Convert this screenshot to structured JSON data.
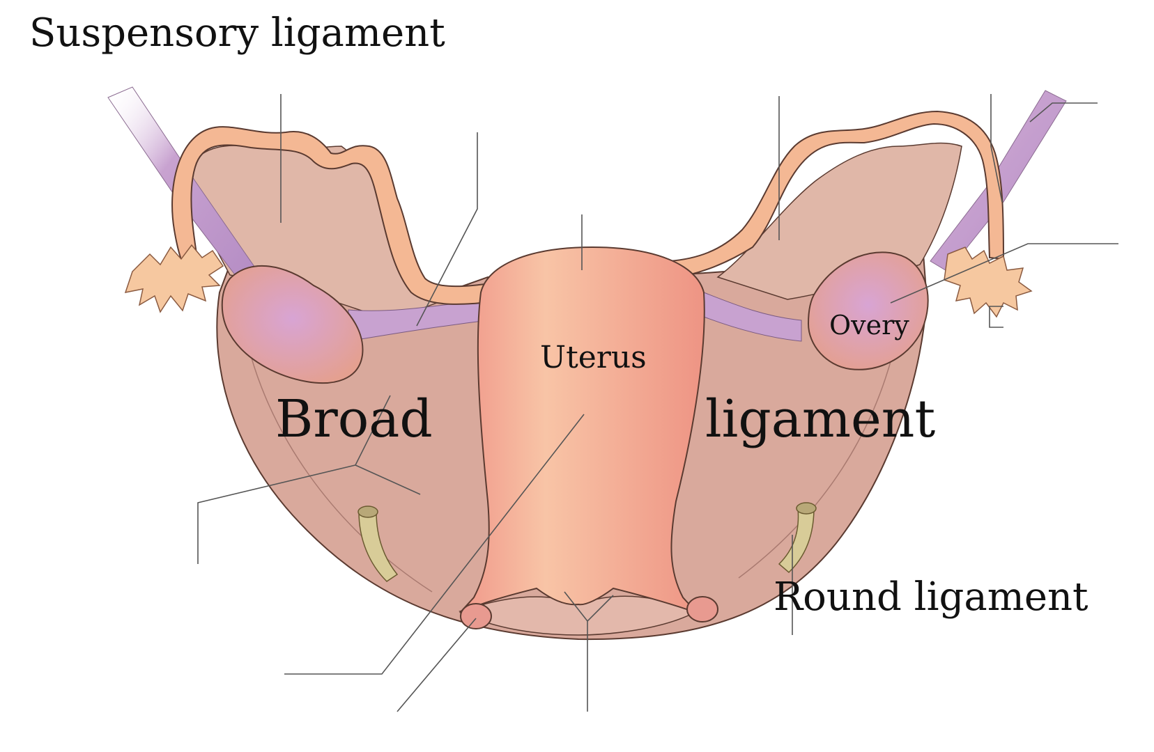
{
  "diagram": {
    "labels": {
      "suspensory_ligament": "Suspensory ligament",
      "uterus": "Uterus",
      "ovary": "Overy",
      "broad": "Broad",
      "ligament": "ligament",
      "round_ligament": "Round ligament"
    },
    "colors": {
      "broad_ligament_fill": "#d9a99c",
      "broad_ligament_inner": "#c9968b",
      "uterus_fill": "#f2a08c",
      "uterus_highlight": "#f8c4a6",
      "uterine_tube_fill": "#f4b894",
      "ovary_fill": "#e6a4a8",
      "ovary_highlight": "#d8a4d4",
      "ligament_band_fill": "#c8a2d0",
      "round_ligament_fill": "#d8cc98",
      "outline": "#5a3a30",
      "leader_line": "#555555"
    }
  }
}
